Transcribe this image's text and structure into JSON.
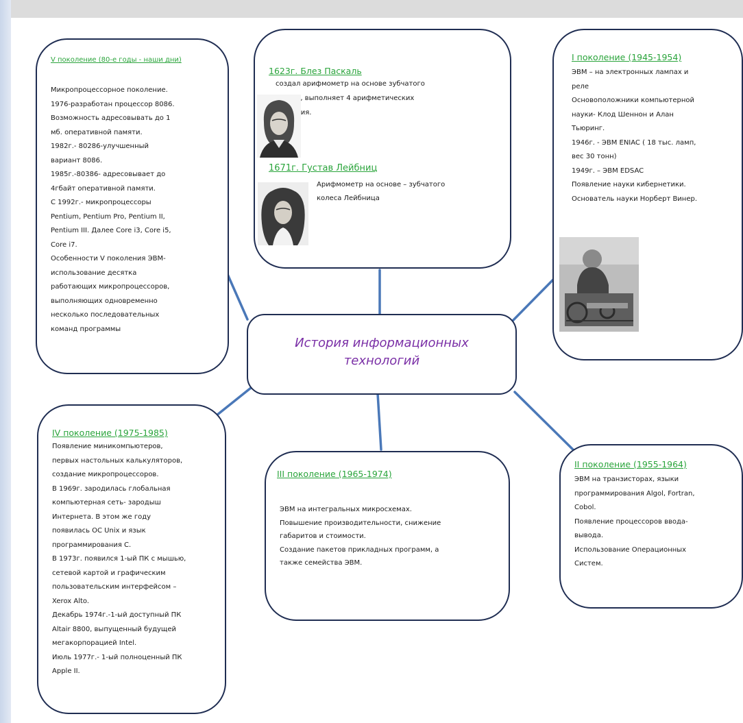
{
  "center": {
    "title": "История информационных\nтехнологий"
  },
  "gen5": {
    "heading": "V поколение  (80-е годы  - наши  дни)",
    "text": "Микропроцессорное поколение.\n1976-разработан процессор 8086.\nВозможность адресовывать до 1\nмб. оперативной памяти.\n1982г.- 80286-улучшенный\nвариант 8086.\n1985г.-80386- адресовывает  до\n4гбайт оперативной памяти.\nС 1992г.- микропроцессоры\nPentium, Pentium Pro, Pentium II,\nPentium III. Далее Core i3, Core i5,\nCore i7.\nОсобенности V поколения ЭВМ-\nиспользование десятка\nработающих микропроцессоров,\nвыполняющих одновременно\nнесколько последовательных\nкоманд программы"
  },
  "pascal": {
    "heading": "1623г. Блез Паскаль",
    "text": "создал арифмометр на основе зубчатого\nколеса, выполняет 4 арифметических\nдействия."
  },
  "leibniz": {
    "heading": "1671г. Густав Лейбниц",
    "text": "Арифмометр на основе – зубчатого\nколеса  Лейбница"
  },
  "gen1": {
    "heading": "I поколение (1945-1954)",
    "text": "ЭВМ – на электронных лампах и\nреле\nОсновоположники  компьютерной\nнауки- Клод Шеннон и Алан\nТьюринг.\n1946г. - ЭВМ ENIAC ( 18 тыс. ламп,\nвес 30 тонн)\n1949г. – ЭВМ EDSAC\nПоявление науки кибернетики.\nОснователь науки Норберт Винер."
  },
  "gen4": {
    "heading": "IV поколение (1975-1985)",
    "text": "Появление миникомпьютеров,\nпервых настольных калькуляторов,\nсоздание микропроцессоров.\nВ 1969г. зародилась глобальная\nкомпьютерная сеть- зародыш\nИнтернета. В этом же году\nпоявилась ОС Unix и язык\nпрограммирования С.\nВ 1973г. появился 1-ый ПК с мышью,\nсетевой картой и графическим\nпользовательским интерфейсом –\nXerox Alto.\nДекабрь 1974г.-1-ый доступный ПК\nAltair 8800, выпущенный будущей\nмегакорпорацией Intel.\nИюль 1977г.-  1-ый полноценный ПК\nApple II."
  },
  "gen3": {
    "heading": "III поколение (1965-1974)",
    "text": "ЭВМ на интегральных микросхемах.\nПовышение производительности, снижение\nгабаритов и стоимости.\nСоздание пакетов прикладных программ, а\nтакже семейства ЭВМ."
  },
  "gen2": {
    "heading": "II поколение (1955-1964)",
    "text": "ЭВМ на транзисторах, языки\nпрограммирования Algol, Fortran,\nCobol.\nПоявление процессоров ввода-\nвывода.\nИспользование Операционных\nСистем."
  },
  "colors": {
    "heading": "#2aa43b",
    "center_title": "#7a2fa6",
    "connector": "#4a78b8",
    "border": "#1f2d52"
  },
  "icons": [
    "pascal-portrait",
    "leibniz-portrait",
    "computer-photo"
  ]
}
